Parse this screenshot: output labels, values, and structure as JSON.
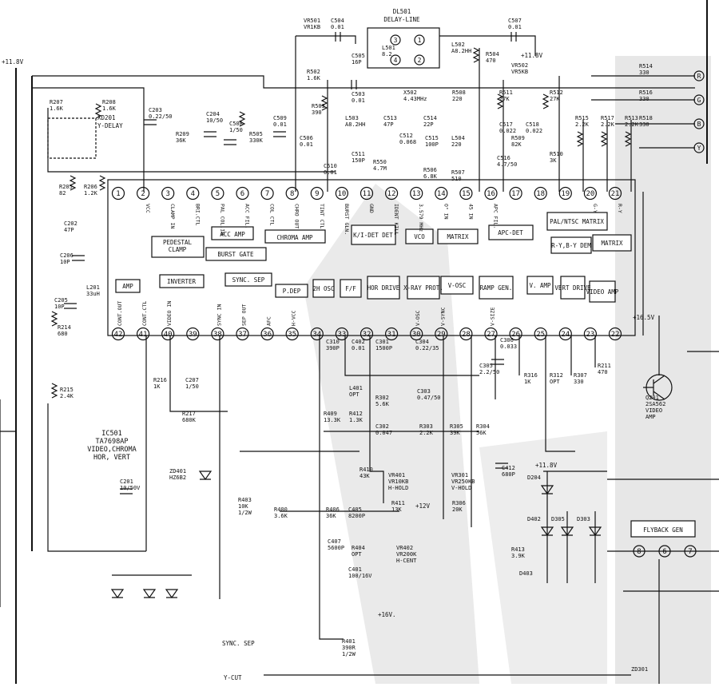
{
  "supply_top": "+11.8V",
  "supply_mid": "+11.8V",
  "supply_1": "+16.5V",
  "supply_2": "+16V.",
  "supply_3": "+12V",
  "ic": {
    "ref": "IC501",
    "part": "TA7698AP",
    "desc1": "VIDEO,CHROMA",
    "desc2": "HOR, VERT"
  },
  "delay_line": {
    "ref": "DL501",
    "name": "DELAY-LINE"
  },
  "xd201": {
    "ref": "XD201",
    "name": "Y-DELAY"
  },
  "blocks": {
    "pedestal": "PEDESTAL CLAMP",
    "acc": "ACC AMP",
    "chroma": "CHROMA AMP",
    "kdet": "K/I-DET DET",
    "vco": "VCO",
    "matrix1": "MATRIX",
    "apc": "APC-DET",
    "palntsc": "PAL/NTSC MATRIX",
    "ry": "R-Y,B-Y DEM",
    "matrix2": "MATRIX",
    "burst": "BURST GATE",
    "amp": "AMP",
    "inverter": "INVERTER",
    "syncsep": "SYNC. SEP",
    "pdep": "P.DEP",
    "osc": "2H OSC",
    "ff": "F/F",
    "hdrive": "HOR DRIVE",
    "xray": "X-RAY PROT.",
    "vosc": "V-OSC",
    "ramp": "RAMP GEN.",
    "vamp": "V. AMP",
    "vdrive": "VERT DRIVE",
    "vidamp": "VIDEO AMP",
    "flyback": "FLYBACK GEN"
  },
  "pins_top": [
    "1",
    "2",
    "3",
    "4",
    "5",
    "6",
    "7",
    "8",
    "9",
    "10",
    "11",
    "12",
    "13",
    "14",
    "15",
    "16",
    "17",
    "18",
    "19",
    "20",
    "21"
  ],
  "pins_bottom": [
    "42",
    "41",
    "40",
    "39",
    "38",
    "37",
    "36",
    "35",
    "34",
    "33",
    "32",
    "31",
    "30",
    "29",
    "28",
    "27",
    "26",
    "25",
    "24",
    "23",
    "22"
  ],
  "pin_funcs_top": [
    "VCC",
    "CLAMP IN",
    "BRI.CTL",
    "PAL COL.IN",
    "ACC FIL.",
    "COL CTL",
    "CHRO OUT",
    "TINT CTL",
    "BURST GLN.",
    "GND",
    "IDENT KILL",
    "3.579 MHz",
    "O° IN",
    "45 IN",
    "APC FIL.",
    "",
    "",
    "",
    "G-Y",
    "R-Y"
  ],
  "pin_funcs_bottom": [
    "CONT.OUT",
    "CONT.CTL",
    "VIDEO IN",
    "",
    "SYNC IN",
    "SEP OUT",
    "AFC",
    "H-VCC",
    "",
    "",
    "",
    "",
    "V-OSC",
    "V-SYNC",
    "",
    "V-SIZE",
    "",
    "",
    "",
    ""
  ],
  "components": {
    "vr501": "VR501 VR1KB",
    "c504": "C504 0.01",
    "c507": "C507 0.01",
    "l501": "L501 8.2",
    "l502": "L502 A8.2HH",
    "r504": "R504 470",
    "c505": "C505 16P",
    "r502": "R502 1.6K",
    "vr502": "VR502 VR5KB",
    "r511": "R511 27K",
    "r512": "R512 27K",
    "r207": "R207 1.6K",
    "r208": "R208 1.6K",
    "c203": "C203 0.22/50",
    "c204": "C204 10/50",
    "c508": "C508 1/50",
    "r505": "R505 330K",
    "c509": "C509 0.01",
    "r209": "R209 36K",
    "c503": "C503 0.01",
    "r503": "R503 390",
    "x502": "X502 4.43MHz",
    "r508": "R508 220",
    "c513": "C513 47P",
    "c514": "C514 22P",
    "l503": "L503 A8.2HH",
    "c506": "C506 0.01",
    "c512": "C512 0.068",
    "c511": "C511 150P",
    "r550": "R550 4.7M",
    "c510": "C510 0.01",
    "c515": "C515 100P",
    "l504": "L504 220",
    "r506": "R506 6.8K",
    "r507": "R507 510",
    "c517": "C517 0.022",
    "c518": "C518 0.022",
    "r509": "R509 82K",
    "c516": "C516 4.7/50",
    "r510": "R510 3K",
    "r515": "R515 2.2K",
    "r517": "R517 2.2K",
    "r513": "R513 2.2K",
    "r514": "R514 330",
    "r516": "R516 330",
    "r518": "R518 330",
    "r205": "R205 82",
    "r206": "R206 1.2K",
    "c202": "C202 47P",
    "c206": "C206 10P",
    "c205": "C205 10P",
    "l201": "L201 33uH",
    "r214": "R214 680",
    "r215": "R215 2.4K",
    "r216": "R216 1K",
    "c207": "C207 1/50",
    "r217": "R217 680K",
    "c306": "C306 0.033",
    "c305": "C305 2.2/50",
    "r316": "R316 1K",
    "r312": "R312 OPT",
    "r307": "R307 330",
    "r211": "R211 470",
    "q201": "Q201 2SA562 VIDEO AMP",
    "c310": "C310 390P",
    "c402": "C402 0.01",
    "c301": "C301 1500P",
    "c304": "C304 0.22/35",
    "l401": "L401 OPT",
    "r302": "R302 5.6K",
    "c303": "C303 0.47/50",
    "r409": "R409 13.3K",
    "r412": "R412 1.3K",
    "c302": "C302 0.047",
    "r303": "R303 2.2K",
    "r305": "R305 39K",
    "r304": "R304 56K",
    "r410": "R410 43K",
    "vr401": "VR401 VR10KB H-HOLD",
    "vr301": "VR301 VR250KB V-HOLD",
    "c412": "C412 680P",
    "r406": "R406 36K",
    "c405": "C405 8200P",
    "r411": "R411 13K",
    "r306": "R306 20K",
    "c407": "C407 5600P",
    "r404": "R404 OPT",
    "vr402": "VR402 VR200K H-CENT",
    "c401": "C401 100/16V",
    "r401": "R401 390R 1/2W",
    "zd401": "ZD401 HZ6B2",
    "c201": "C201 10/50V",
    "d204": "D204",
    "d402": "D402",
    "d305": "D305",
    "d303": "D303",
    "r413": "R413 3.9K",
    "d403": "D403",
    "zd301": "ZD301",
    "r400": "R400 3.6K",
    "r403": "R403 10K 1/2W"
  },
  "connectors": [
    "R",
    "G",
    "B",
    "Y"
  ],
  "footer_left": "Y-CUT",
  "footer_mid": "SYNC. SEP",
  "flyback_pins": [
    "8",
    "6",
    "7"
  ]
}
